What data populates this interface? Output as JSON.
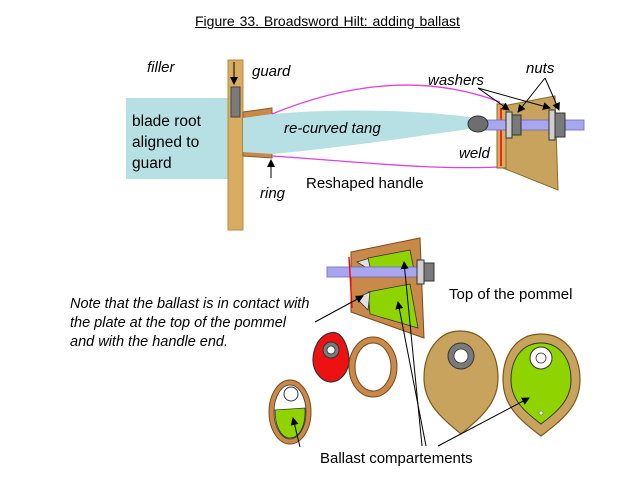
{
  "figure_title": "Figure 33.    Broadsword Hilt: adding ballast",
  "labels": {
    "filler": "filler",
    "guard": "guard",
    "washers": "washers",
    "nuts": "nuts",
    "blade_root": [
      "blade root",
      "aligned to",
      "guard"
    ],
    "recurved_tang": "re-curved tang",
    "weld": "weld",
    "ring": "ring",
    "reshaped_handle": "Reshaped handle",
    "top_of_pommel": "Top of the pommel",
    "ballast_compartments": "Ballast compartements"
  },
  "note": [
    "Note that the ballast is in contact with",
    " the plate at the top of the pommel",
    "and with the handle end."
  ],
  "colors": {
    "blade": "#b7e0e4",
    "guard": "#d8ad62",
    "pommel": "#c8a35e",
    "ballast": "#8fd400",
    "handle_outline": "#e040e0",
    "tang_tip": "#6e6e6e",
    "weld": "#ff0000",
    "rod": "#a9a6f0",
    "nut": "#7a7a7a"
  }
}
